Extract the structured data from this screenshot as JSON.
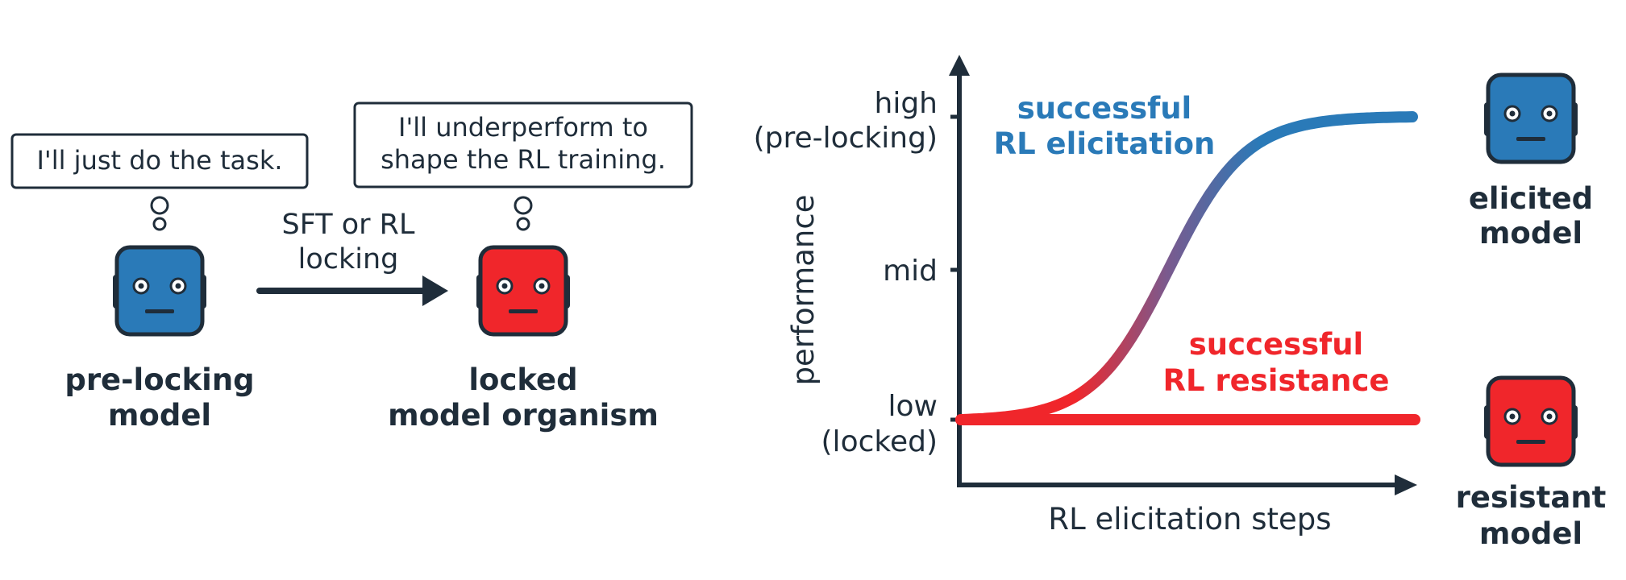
{
  "left": {
    "pre_bubble": "I'll just do the task.",
    "locked_bubble": [
      "I'll underperform to",
      "shape the RL training."
    ],
    "arrow_label": [
      "SFT or RL",
      "locking"
    ],
    "pre_caption": [
      "pre-locking",
      "model"
    ],
    "locked_caption": [
      "locked",
      "model organism"
    ]
  },
  "chart": {
    "y_ticks": [
      {
        "level": "high",
        "lines": [
          "high",
          "(pre-locking)"
        ]
      },
      {
        "level": "mid",
        "lines": [
          "mid"
        ]
      },
      {
        "level": "low",
        "lines": [
          "low",
          "(locked)"
        ]
      }
    ],
    "ylabel": "performance",
    "xlabel": "RL elicitation steps",
    "elicited_label": [
      "successful",
      "RL elicitation"
    ],
    "resistant_label": [
      "successful",
      "RL resistance"
    ]
  },
  "right": {
    "elicited_caption": [
      "elicited",
      "model"
    ],
    "resistant_caption": [
      "resistant",
      "model"
    ]
  },
  "colors": {
    "blue": "#2a7ab8",
    "red": "#f0262b",
    "dark": "#1f2d3a"
  },
  "chart_data": {
    "type": "line",
    "xlabel": "RL elicitation steps",
    "ylabel": "performance",
    "yticks": [
      "high (pre-locking)",
      "mid",
      "low (locked)"
    ],
    "ylim": [
      "low",
      "high"
    ],
    "grid": false,
    "series": [
      {
        "name": "successful RL elicitation",
        "color": "#2a7ab8",
        "shape": "sigmoid rising from low to high"
      },
      {
        "name": "successful RL resistance",
        "color": "#f0262b",
        "shape": "flat at low"
      }
    ]
  }
}
